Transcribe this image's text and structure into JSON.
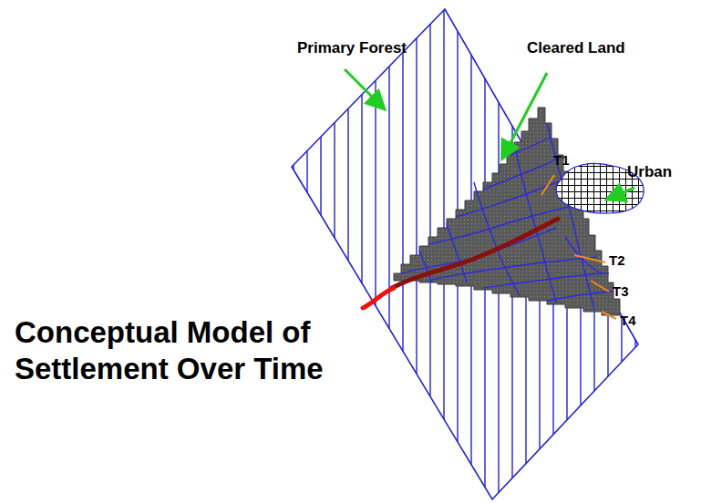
{
  "diagram": {
    "title": "Conceptual Model of Settlement Over Time",
    "labels": [
      "Primary Forest",
      "Cleared Land",
      "Urban",
      "T1",
      "T2",
      "T3",
      "T4"
    ]
  }
}
